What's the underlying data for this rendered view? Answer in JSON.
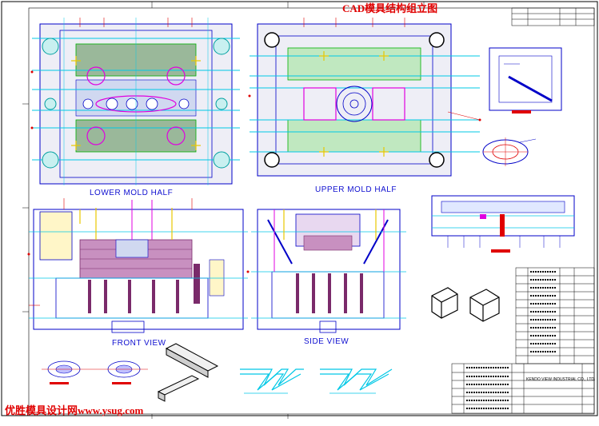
{
  "header": {
    "title": "CAD模具结构组立图"
  },
  "views": {
    "lower_mold_half": "LOWER MOLD HALF",
    "upper_mold_half": "UPPER MOLD HALF",
    "front_view": "FRONT VIEW",
    "side_view": "SIDE VIEW"
  },
  "title_block": {
    "company": "KENDO VIEW INDUSTRIAL CO., LTD."
  },
  "footer": {
    "watermark": "优胜模具设计网www.ysug.com"
  },
  "colors": {
    "line": "#0000c8",
    "cyan": "#00c8e6",
    "magenta": "#e000e0",
    "green": "#00b000",
    "red": "#e00000",
    "yellow": "#e8c800",
    "hatch": "#7a2a6a"
  }
}
